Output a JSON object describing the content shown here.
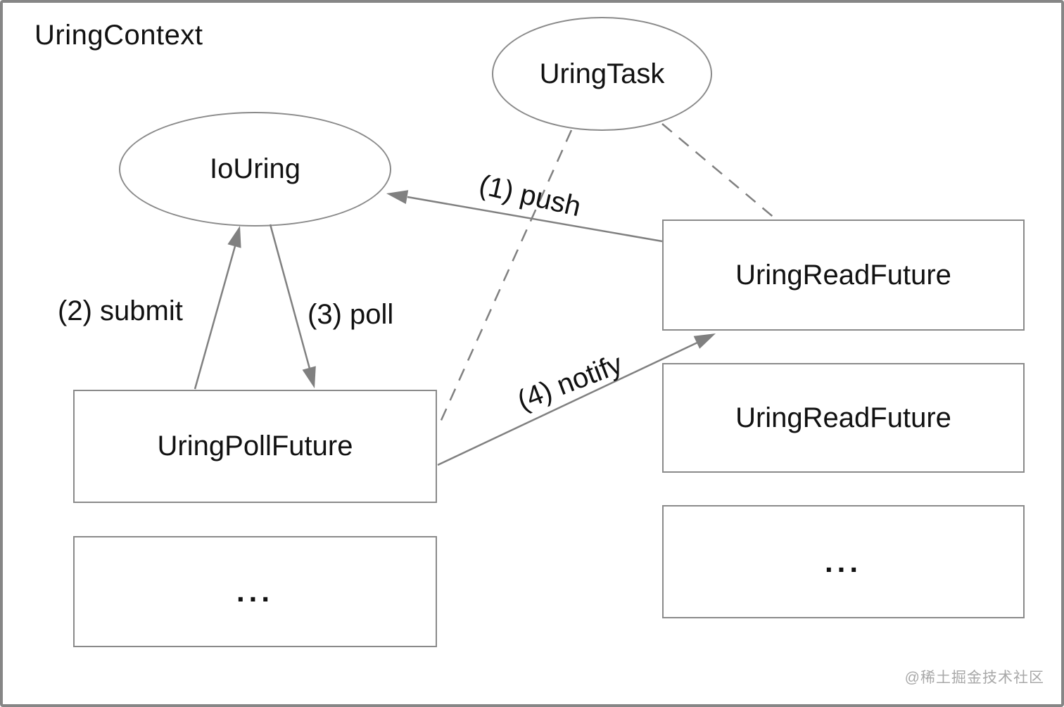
{
  "diagram": {
    "title": "UringContext",
    "nodes": {
      "uring_task": "UringTask",
      "io_uring": "IoUring",
      "uring_poll_future": "UringPollFuture",
      "uring_read_future_1": "UringReadFuture",
      "uring_read_future_2": "UringReadFuture",
      "left_more": "...",
      "right_more": "..."
    },
    "edges": {
      "push": "(1) push",
      "submit": "(2) submit",
      "poll": "(3) poll",
      "notify": "(4) notify"
    },
    "colors": {
      "line": "#808080",
      "node_border": "#8a8a8a",
      "text": "#111111",
      "watermark": "#a8a8a8"
    }
  },
  "watermark": "@稀土掘金技术社区"
}
